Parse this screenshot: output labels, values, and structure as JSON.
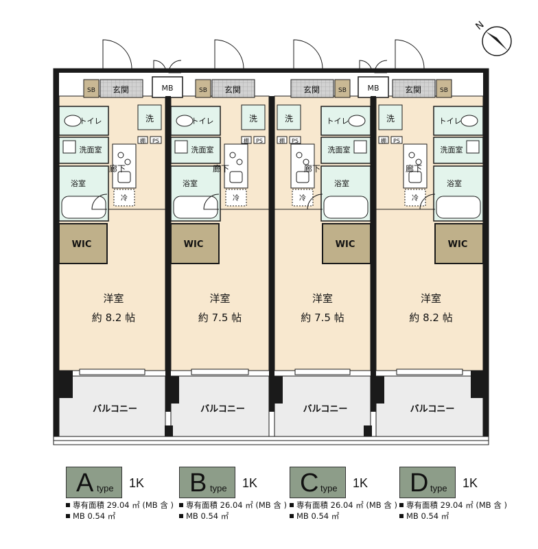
{
  "rooms": {
    "sb": "SB",
    "genkan": "玄関",
    "mb": "MB",
    "toilet": "トイレ",
    "wash": "洗",
    "shelf": "棚",
    "ps": "PS",
    "washroom": "洗面室",
    "corridor": "廊下",
    "bath": "浴室",
    "fridge": "冷",
    "wic": "WIC",
    "western": "洋室",
    "balcony": "バルコニー"
  },
  "units": [
    {
      "type": "A",
      "type_word": "type",
      "layout": "1K",
      "area_size": "約 8.2 帖",
      "area_line": "専有面積  29.04 ㎡ (MB 含 )",
      "mb_line": "MB  0.54 ㎡"
    },
    {
      "type": "B",
      "type_word": "type",
      "layout": "1K",
      "area_size": "約 7.5 帖",
      "area_line": "専有面積  26.04 ㎡ (MB 含 )",
      "mb_line": "MB  0.54 ㎡"
    },
    {
      "type": "C",
      "type_word": "type",
      "layout": "1K",
      "area_size": "約 7.5 帖",
      "area_line": "専有面積  26.04 ㎡ (MB 含 )",
      "mb_line": "MB  0.54 ㎡"
    },
    {
      "type": "D",
      "type_word": "type",
      "layout": "1K",
      "area_size": "約 8.2 帖",
      "area_line": "専有面積  29.04 ㎡ (MB 含 )",
      "mb_line": "MB  0.54 ㎡"
    }
  ],
  "compass": {
    "label": "N"
  },
  "colors": {
    "room_fill": "#f8e8cf",
    "wet_fill": "#e3f4ec",
    "wic_fill": "#bfb08a",
    "sb_fill": "#c9b894",
    "balcony_fill": "#ececec",
    "wall": "#1a1a1a",
    "badge": "#8d9d89"
  }
}
